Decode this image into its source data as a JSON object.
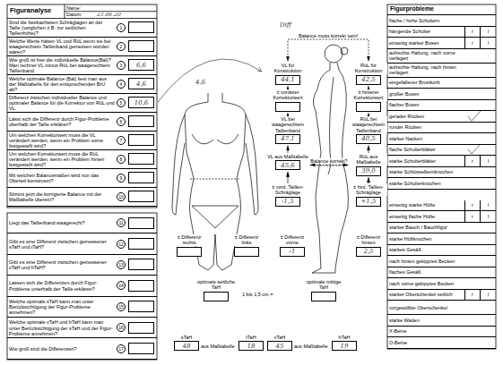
{
  "diagram": {
    "nodes": [
      {
        "text": [
          "Figuranalyse"
        ]
      },
      {
        "text": [
          "1",
          "Sind die beobachteten Schräglagen an der Taille (verglichen z.B. zur seitlichen Taillenhöhe)?"
        ]
      },
      {
        "text": [
          "2",
          "Welche Werte hätten VL und RüL wenn sie bei waagerechtem Taillenband gemessen worden wären?"
        ]
      },
      {
        "text": [
          "3",
          "Wie groß ist hier die individuelle Balance(Bal)? Man rechnet VL minus RüL bei waagerechtem Taillenband."
        ]
      },
      {
        "text": [
          "6,6"
        ],
        "in": 3
      },
      {
        "text": [
          "4",
          "Welche optimale Balance (Bal) liest man aus der Maßtabelle für den entsprechenden BrU ab?"
        ]
      },
      {
        "text": [
          "4,6"
        ],
        "in": 5
      },
      {
        "text": [
          "5",
          "Differenz zwischen individueller Balance und optimaler Balance für die Korrektur von RüL und VL:"
        ]
      },
      {
        "text": [
          "10,6"
        ],
        "in": 7
      },
      {
        "text": [
          "6",
          "Lässt sich die Differenz durch Figur-Probleme oberhalb der Taille erklären?"
        ]
      },
      {
        "text": [
          "7",
          "Um welchen Korrekturwert muss die VL verändert werden, wenn ein Problem vorne festgestellt wird?"
        ]
      },
      {
        "text": [
          "8",
          "Um welchen Korrekturwert muss die RüL verändert werden, wenn ein Problem hinten festgestellt wird?"
        ]
      },
      {
        "text": [
          "9",
          "Mit welchen Balancemaßen wird nun das Oberteil konstruiert?"
        ]
      },
      {
        "text": [
          "10",
          "Stimmt jetzt die korrigierte Balance mit der Maßtabelle überein?"
        ]
      },
      {
        "text": [
          "11",
          "Liegt das Taillenband waagerecht?"
        ]
      },
      {
        "text": [
          "12",
          "Gibt es eine Differenz zwischen gemessener sTaH und tTaH?"
        ]
      },
      {
        "text": [
          "13",
          "Gibt es eine Differenz zwischen gemessener vTaH und hTaH?"
        ]
      },
      {
        "text": [
          "14",
          "Lassen sich die Differenzen durch Figur-Probleme unterhalb der Taille erklären?"
        ]
      },
      {
        "text": [
          "15",
          "Welche optimale sTaH kann man unter Berücksichtigung der Figur-Probleme annehmen?"
        ]
      },
      {
        "text": [
          "16",
          "Welche optimale vTaH und hTaH kann man unter Berücksichtigung der sTaH und der Figur-Probleme annehmen?"
        ]
      },
      {
        "text": [
          "17",
          "Wie groß sind die Differenzen?"
        ]
      },
      {
        "text": [
          "Figurprobleme"
        ]
      },
      {
        "text": [
          "flache / hohe Schultern"
        ]
      },
      {
        "text": [
          "hängende Schulter"
        ]
      },
      {
        "text": [
          "r"
        ],
        "in": 23
      },
      {
        "text": [
          "l"
        ],
        "in": 23
      },
      {
        "text": [
          "einseitig starker Busen"
        ]
      },
      {
        "text": [
          "r"
        ],
        "in": 26
      },
      {
        "text": [
          "l"
        ],
        "in": 26
      },
      {
        "text": [
          "aufrechte Haltung, nach vorne verlagert"
        ]
      },
      {
        "text": [
          "aufrechte Haltung, nach hinten verlagert"
        ]
      },
      {
        "text": [
          "eingefallener Brustkorb"
        ]
      },
      {
        "text": [
          "großer Busen"
        ]
      },
      {
        "text": [
          "flacher Busen"
        ]
      },
      {
        "text": [
          "gerader Rücken"
        ]
      },
      {
        "text": [
          "runder Rücken"
        ]
      },
      {
        "text": [
          "starker Nacken"
        ]
      },
      {
        "text": [
          "flache Schulterblätter"
        ]
      },
      {
        "text": [
          "starke Schulterblätter"
        ]
      },
      {
        "text": [
          "r"
        ],
        "in": 38
      },
      {
        "text": [
          "l"
        ],
        "in": 38
      },
      {
        "text": [
          "starke Schlüsselbeinknochen"
        ]
      },
      {
        "text": [
          "starke Schulterknochen"
        ]
      },
      {
        "text": [
          "einseitig starke Hüfte"
        ]
      },
      {
        "text": [
          "r"
        ],
        "in": 43
      },
      {
        "text": [
          "l"
        ],
        "in": 43
      },
      {
        "text": [
          "einseitig flache Hüfte"
        ]
      },
      {
        "text": [
          "r"
        ],
        "in": 46
      },
      {
        "text": [
          "l"
        ],
        "in": 46
      },
      {
        "text": [
          "starker Bauch / Bauchfigur"
        ]
      },
      {
        "text": [
          "starke Hüftknochen"
        ]
      },
      {
        "text": [
          "starkes Gesäß"
        ]
      },
      {
        "text": [
          "nach hinten gekipptes Becken"
        ]
      },
      {
        "text": [
          "flaches Gesäß"
        ]
      },
      {
        "text": [
          "nach vorne gekipptes Becken"
        ]
      },
      {
        "text": [
          "starker Oberschenkel seitlich"
        ]
      },
      {
        "text": [
          "r"
        ],
        "in": 55
      },
      {
        "text": [
          "l"
        ],
        "in": 55
      },
      {
        "text": [
          "vorgewölbte Oberschenkel"
        ]
      },
      {
        "text": [
          "starke Waden"
        ]
      },
      {
        "text": [
          "X-Beine"
        ]
      },
      {
        "text": [
          "O-Beine"
        ]
      },
      {
        "text": [
          "VL für Konstruktion",
          "44,1"
        ]
      },
      {
        "text": [
          "± vorderer Korrekturwert"
        ]
      },
      {
        "text": [
          "VL bei waagerechtem Taillenband",
          "47,1"
        ]
      },
      {
        "text": [
          "VL aus Maßtabelle",
          "45,6"
        ]
      },
      {
        "text": [
          "± vord. Taillen-Schräglage",
          "-1,5"
        ]
      },
      {
        "text": [
          "RüL für Konstruktion",
          "42,5"
        ]
      },
      {
        "text": [
          "± hinterer Korrekturwert"
        ]
      },
      {
        "text": [
          "RüL bei waagerechtem Taillenband",
          "40,5"
        ]
      },
      {
        "text": [
          "RüL aus Maßtabelle",
          "39,0"
        ]
      },
      {
        "text": [
          "± hint. Taillen-Schräglage",
          "+1,5"
        ]
      },
      {
        "text": [
          "± Differenz rechts"
        ]
      },
      {
        "text": [
          "± Differenz links"
        ]
      },
      {
        "text": [
          "± Differenz vorne",
          "-1"
        ]
      },
      {
        "text": [
          "± Differenz hinten",
          "2,5"
        ]
      },
      {
        "text": [
          "optimale seitliche TaH"
        ]
      },
      {
        "text": [
          "optimale mittige TaH"
        ]
      },
      {
        "text": [
          "sTaH",
          "48"
        ]
      },
      {
        "text": [
          "tTaH",
          "18"
        ]
      },
      {
        "text": [
          "vTaH",
          "45"
        ]
      },
      {
        "text": [
          "hTaH",
          "19"
        ]
      }
    ],
    "edges": [
      {
        "from": 65,
        "to": 64,
        "arrow": "to"
      },
      {
        "from": 64,
        "to": 63,
        "arrow": "to"
      },
      {
        "from": 63,
        "to": 62,
        "arrow": "to"
      },
      {
        "from": 66,
        "to": 65,
        "arrow": "to"
      },
      {
        "from": 70,
        "to": 69,
        "arrow": "to"
      },
      {
        "from": 69,
        "to": 68,
        "arrow": "to"
      },
      {
        "from": 68,
        "to": 67,
        "arrow": "to"
      },
      {
        "from": 71,
        "to": 70,
        "arrow": "to"
      },
      {
        "from": 62,
        "to": 67,
        "label": "Balance muss korrekt sein!",
        "arrow": "both"
      },
      {
        "from": 65,
        "to": 70,
        "label": "Balance korrekt?",
        "arrow": "both"
      }
    ],
    "labels": [
      "Name:",
      "Datum:",
      "23.06.20",
      "Diff",
      "4,6",
      "1 bis 1,5 cm =",
      "aus Maßtabelle",
      "aus Maßtabelle"
    ]
  }
}
